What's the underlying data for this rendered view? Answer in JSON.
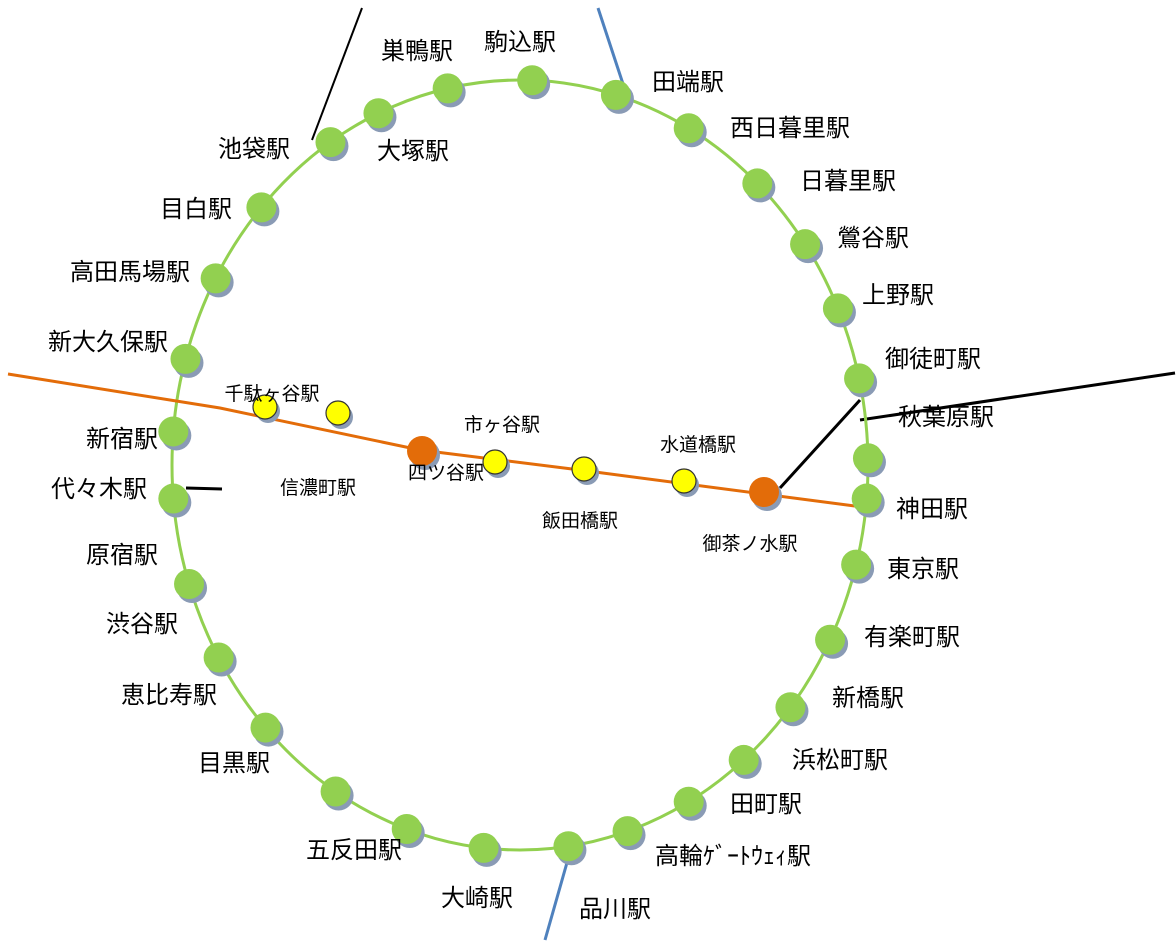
{
  "colors": {
    "loop_line": "#92d050",
    "station_green": "#92d050",
    "chuo_line": "#e36c09",
    "station_orange": "#e36c09",
    "station_yellow": "#ffff00",
    "connector_black": "#000000",
    "connector_blue": "#4f81bd"
  },
  "icons": {
    "station": "circle-marker",
    "shadow": "drop-shadow"
  },
  "loop_stations": [
    {
      "id": "tabata",
      "name": "田端駅"
    },
    {
      "id": "nishinippori",
      "name": "西日暮里駅"
    },
    {
      "id": "nippori",
      "name": "日暮里駅"
    },
    {
      "id": "uguisudani",
      "name": "鶯谷駅"
    },
    {
      "id": "ueno",
      "name": "上野駅"
    },
    {
      "id": "okachimachi",
      "name": "御徒町駅"
    },
    {
      "id": "akihabara",
      "name": "秋葉原駅"
    },
    {
      "id": "kanda",
      "name": "神田駅"
    },
    {
      "id": "tokyo",
      "name": "東京駅"
    },
    {
      "id": "yurakucho",
      "name": "有楽町駅"
    },
    {
      "id": "shimbashi",
      "name": "新橋駅"
    },
    {
      "id": "hamamatsucho",
      "name": "浜松町駅"
    },
    {
      "id": "tamachi",
      "name": "田町駅"
    },
    {
      "id": "takanawa",
      "name": "高輪ｹﾞｰﾄｳｪｨ駅"
    },
    {
      "id": "shinagawa",
      "name": "品川駅"
    },
    {
      "id": "osaki",
      "name": "大崎駅"
    },
    {
      "id": "gotanda",
      "name": "五反田駅"
    },
    {
      "id": "meguro",
      "name": "目黒駅"
    },
    {
      "id": "ebisu",
      "name": "恵比寿駅"
    },
    {
      "id": "shibuya",
      "name": "渋谷駅"
    },
    {
      "id": "harajuku",
      "name": "原宿駅"
    },
    {
      "id": "yoyogi",
      "name": "代々木駅"
    },
    {
      "id": "shinjuku",
      "name": "新宿駅"
    },
    {
      "id": "shinokubo",
      "name": "新大久保駅"
    },
    {
      "id": "takadanobaba",
      "name": "高田馬場駅"
    },
    {
      "id": "mejiro",
      "name": "目白駅"
    },
    {
      "id": "ikebukuro",
      "name": "池袋駅"
    },
    {
      "id": "otsuka",
      "name": "大塚駅"
    },
    {
      "id": "sugamo",
      "name": "巣鴨駅"
    },
    {
      "id": "komagome",
      "name": "駒込駅"
    }
  ],
  "chuo_stations": [
    {
      "id": "sendagaya",
      "name": "千駄ヶ谷駅",
      "kind": "yellow"
    },
    {
      "id": "shinanomachi",
      "name": "信濃町駅",
      "kind": "yellow"
    },
    {
      "id": "yotsuya",
      "name": "四ツ谷駅",
      "kind": "orange"
    },
    {
      "id": "ichigaya",
      "name": "市ヶ谷駅",
      "kind": "yellow"
    },
    {
      "id": "iidabashi",
      "name": "飯田橋駅",
      "kind": "yellow"
    },
    {
      "id": "suidobashi",
      "name": "水道橋駅",
      "kind": "yellow"
    },
    {
      "id": "ochanomizu",
      "name": "御茶ノ水駅",
      "kind": "orange"
    }
  ]
}
